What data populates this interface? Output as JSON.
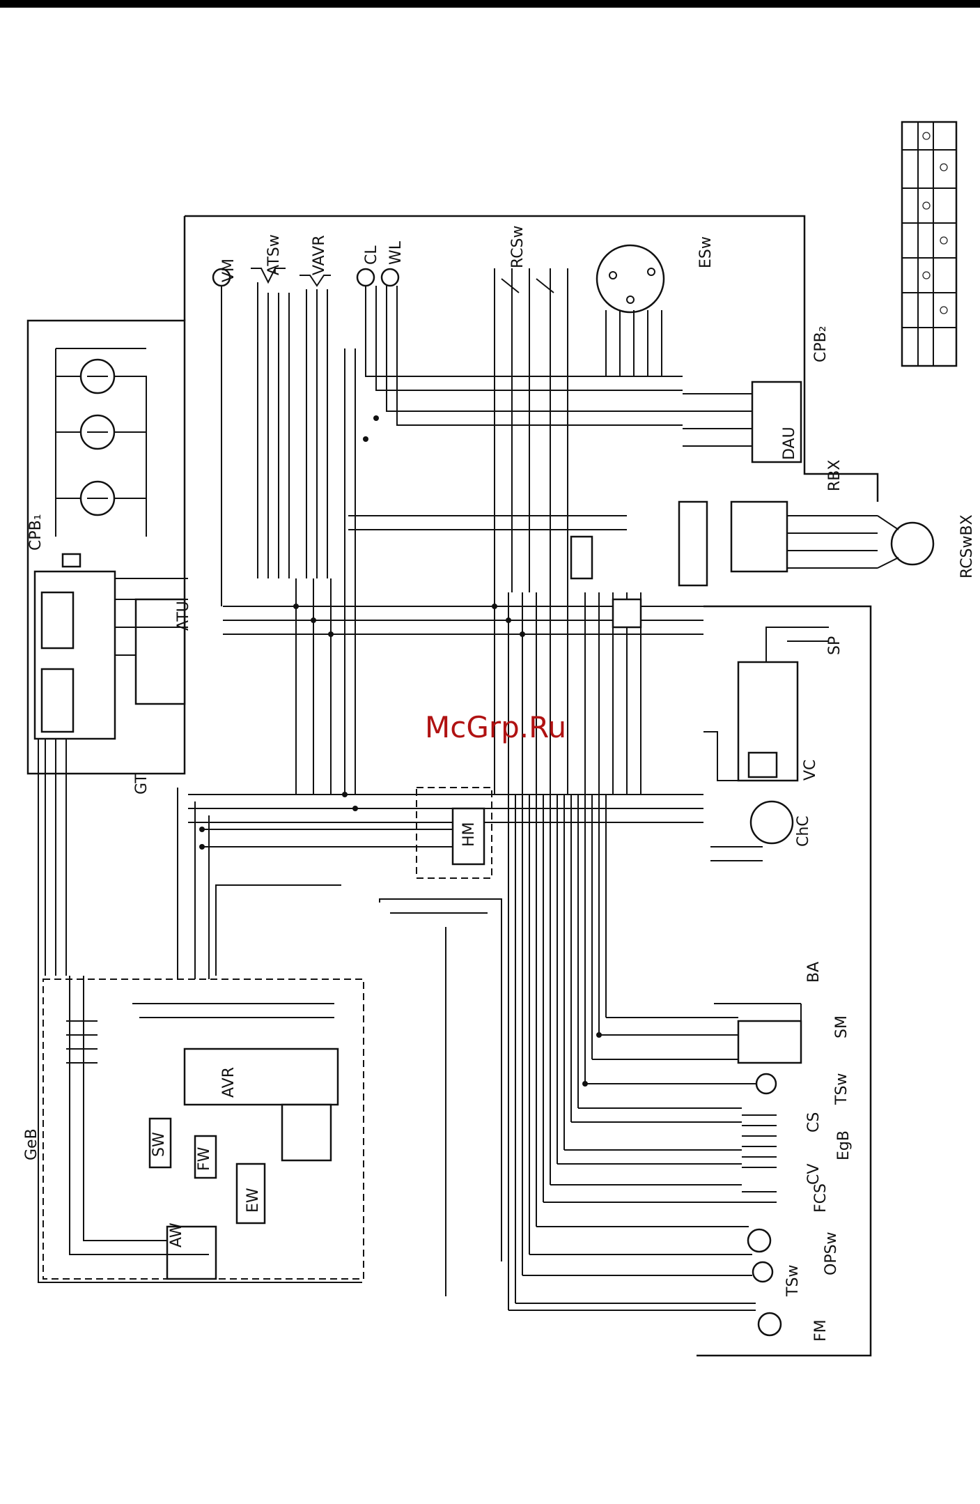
{
  "watermark": "McGrp.Ru",
  "labels": {
    "cpb1": "CPB₁",
    "cpb2": "CPB₂",
    "geb": "GeB",
    "egb": "EgB",
    "vm": "VM",
    "atsw": "ATSw",
    "vavr": "VAVR",
    "cl": "CL",
    "wl": "WL",
    "rcsw": "RCSw",
    "esw": "ESw",
    "dau": "DAU",
    "rbx": "RBX",
    "rcswbx": "RCSwBX",
    "atu": "ATU",
    "gt": "GT",
    "hm": "HM",
    "sp": "SP",
    "vc": "VC",
    "chc": "ChC",
    "ba": "BA",
    "sm": "SM",
    "tsw1": "TSw",
    "cs": "CS",
    "cv": "CV",
    "fcs": "FCS",
    "opsw": "OPSw",
    "tsw2": "TSw",
    "fm": "FM",
    "avr": "AVR",
    "sw": "SW",
    "ew": "EW",
    "aw": "AW",
    "fw": "FW"
  }
}
